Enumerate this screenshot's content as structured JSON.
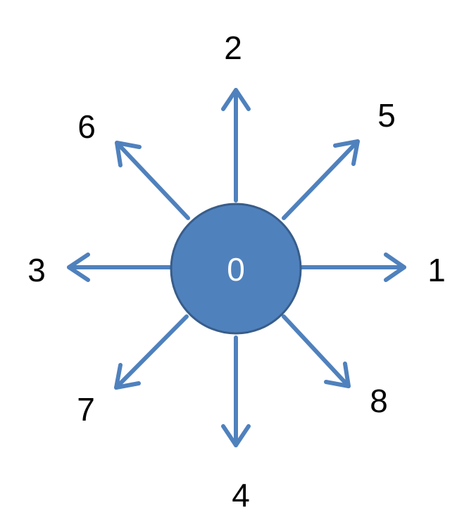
{
  "colors": {
    "arrow": "#4F81BD",
    "node_fill": "#4F81BD",
    "node_stroke": "#385D8A",
    "center_text": "#FFFFFF",
    "label_text": "#000000"
  },
  "center": {
    "label": "0"
  },
  "directions": [
    {
      "id": "east",
      "label": "1"
    },
    {
      "id": "north",
      "label": "2"
    },
    {
      "id": "west",
      "label": "3"
    },
    {
      "id": "south",
      "label": "4"
    },
    {
      "id": "northeast",
      "label": "5"
    },
    {
      "id": "northwest",
      "label": "6"
    },
    {
      "id": "southwest",
      "label": "7"
    },
    {
      "id": "southeast",
      "label": "8"
    }
  ]
}
